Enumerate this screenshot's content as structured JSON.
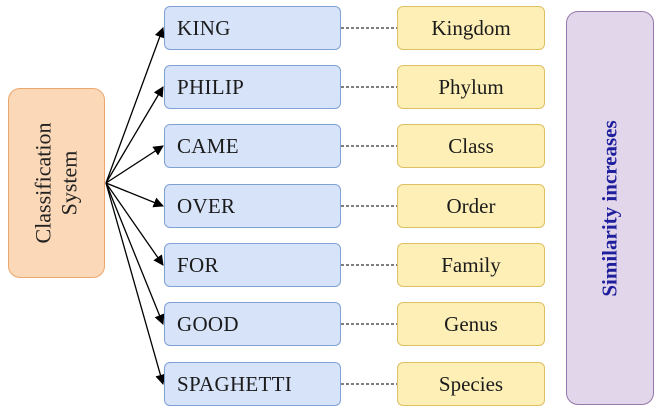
{
  "root": {
    "lines": [
      "Classification",
      "System"
    ]
  },
  "mnemonic": [
    "KING",
    "PHILIP",
    "CAME",
    "OVER",
    "FOR",
    "GOOD",
    "SPAGHETTI"
  ],
  "ranks": [
    "Kingdom",
    "Phylum",
    "Class",
    "Order",
    "Family",
    "Genus",
    "Species"
  ],
  "side_label": "Similarity increases",
  "colors": {
    "root_fill": "#fbd8b8",
    "root_border": "#eca56a",
    "mnemonic_fill": "#d6e3f8",
    "mnemonic_border": "#7fa1d4",
    "rank_fill": "#fdefb6",
    "rank_border": "#dfc062",
    "side_fill": "#e2d7ea",
    "side_border": "#9677ab",
    "side_text": "#1f1f9e"
  }
}
